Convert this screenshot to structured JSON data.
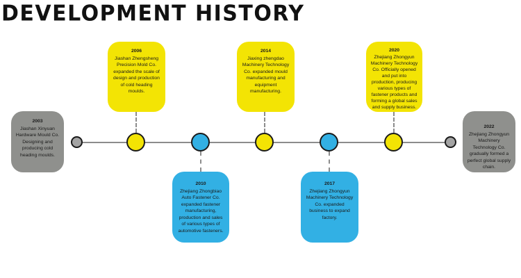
{
  "page_title": "DEVELOPMENT HISTORY",
  "colors": {
    "yellow": "#f3e404",
    "blue": "#32b0e4",
    "gray": "#8f908d",
    "line": "#8c8c8c",
    "node_gray": "#a4a4a4"
  },
  "events": [
    {
      "year": "2003",
      "text": "Jiashan Xinyuan Hardware Mould Co. Designing and producing cold heading moulds."
    },
    {
      "year": "2006",
      "text": "Jiashan Zhengsheng Precision Mold Co. expanded the scale of design and production of cold heading moulds."
    },
    {
      "year": "2010",
      "text": "Zhejiang Zhongbiao Auto Fastener Co. expanded fastener manufacturing, production and sales of various types of automotive fasteners."
    },
    {
      "year": "2014",
      "text": "Jiaxing zhengdao Machinery Technology Co. expanded mould manufacturing and equipment manufacturing."
    },
    {
      "year": "2017",
      "text": "Zhejiang Zhongyun Machinery Technology Co. expanded business to expand factory."
    },
    {
      "year": "2020",
      "text": "Zhejiang Zhongyun Machinery Technology Co. Officially opened and put into production, producing various types of fastener products and forming a global sales and supply business."
    },
    {
      "year": "2022",
      "text": "Zhejiang Zhongyun Machinery Technology Co. gradually formed a perfect global supply chain."
    }
  ]
}
